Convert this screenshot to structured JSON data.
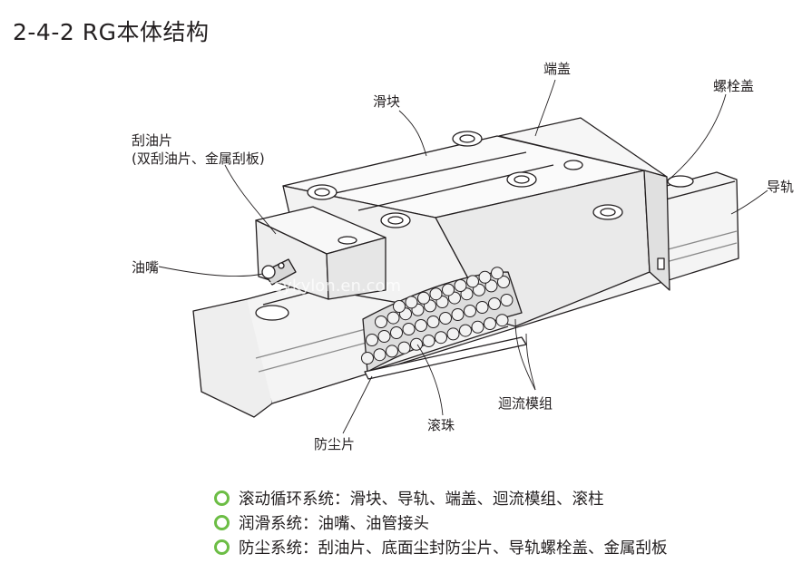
{
  "title": "2-4-2 RG本体结构",
  "labels": {
    "slider": "滑块",
    "end_cap": "端盖",
    "bolt_cap": "螺栓盖",
    "scraper_line1": "刮油片",
    "scraper_line2": "(双刮油片、金属刮板)",
    "rail": "导轨",
    "grease_nipple": "油嘴",
    "recirculation_module": "迴流模组",
    "ball": "滚珠",
    "dust_strip": "防尘片"
  },
  "watermark": "kssykylon.en.com",
  "legend": [
    "滚动循环系统：滑块、导轨、端盖、迴流模组、滚柱",
    "润滑系统：油嘴、油管接头",
    "防尘系统：刮油片、底面尘封防尘片、导轨螺栓盖、金属刮板"
  ],
  "colors": {
    "line": "#231f20",
    "bullet": "#6cbd45",
    "shade": "#e4e4e4"
  }
}
